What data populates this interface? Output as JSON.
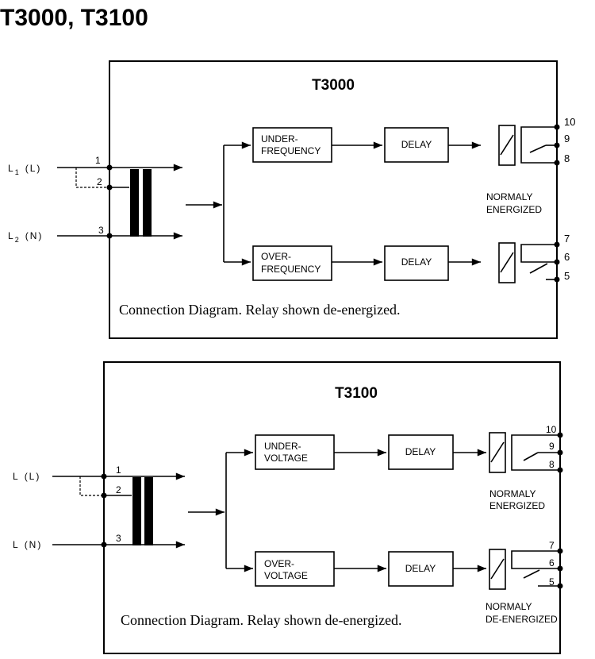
{
  "page_title": "T3000, T3100",
  "diagrams": [
    {
      "model": "T3000",
      "inputs": {
        "line1": "L",
        "line1_sub": "1",
        "line1_paren": "(L)",
        "line2": "L",
        "line2_sub": "2",
        "line2_paren": "(N)"
      },
      "input_terminals": [
        "1",
        "2",
        "3"
      ],
      "upper_block": "UNDER-\nFREQUENCY",
      "upper_block_lines": [
        "UNDER-",
        "FREQUENCY"
      ],
      "lower_block_lines": [
        "OVER-",
        "FREQUENCY"
      ],
      "delay_label": "DELAY",
      "upper_relay_terminals": [
        "10",
        "9",
        "8"
      ],
      "lower_relay_terminals": [
        "7",
        "6",
        "5"
      ],
      "upper_relay_state": [
        "NORMALY",
        "ENERGIZED"
      ],
      "lower_relay_state": [],
      "caption": "Connection Diagram. Relay shown de-energized."
    },
    {
      "model": "T3100",
      "inputs": {
        "line1": "L",
        "line1_paren": "(L)",
        "line2": "L",
        "line2_paren": "(N)"
      },
      "input_terminals": [
        "1",
        "2",
        "3"
      ],
      "upper_block_lines": [
        "UNDER-",
        "VOLTAGE"
      ],
      "lower_block_lines": [
        "OVER-",
        "VOLTAGE"
      ],
      "delay_label": "DELAY",
      "upper_relay_terminals": [
        "10",
        "9",
        "8"
      ],
      "lower_relay_terminals": [
        "7",
        "6",
        "5"
      ],
      "upper_relay_state": [
        "NORMALY",
        "ENERGIZED"
      ],
      "lower_relay_state": [
        "NORMALY",
        "DE-ENERGIZED"
      ],
      "caption": "Connection Diagram. Relay shown de-energized."
    }
  ]
}
